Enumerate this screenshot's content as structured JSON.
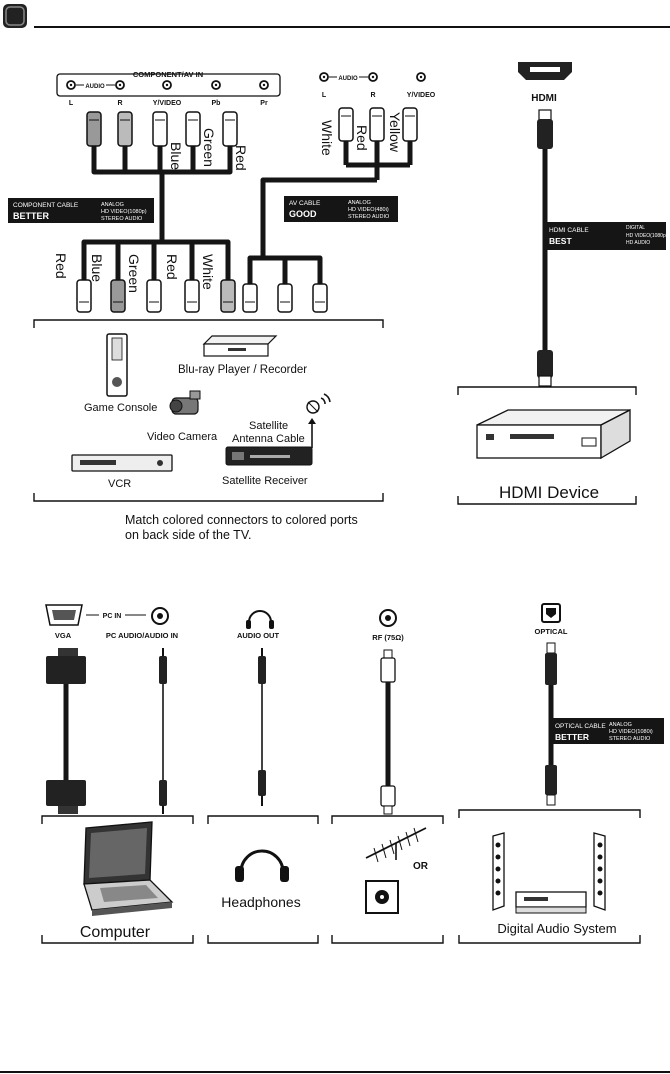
{
  "top_ports_component": {
    "audio": "AUDIO",
    "group": "COMPONENT/AV IN",
    "ports": [
      "L",
      "R",
      "Y/VIDEO",
      "Pb",
      "Pr"
    ]
  },
  "top_ports_av": {
    "audio": "AUDIO",
    "ports": [
      "L",
      "R",
      "Y/VIDEO"
    ]
  },
  "top_plug_colors": [
    "Blue",
    "Green",
    "Red"
  ],
  "av_plug_colors": [
    "White",
    "Red",
    "Yellow"
  ],
  "hdmi_port_label": "HDMI",
  "component_cable": {
    "title": "COMPONENT CABLE",
    "rating": "BETTER",
    "specs": [
      "ANALOG",
      "HD VIDEO(1080p)",
      "STEREO AUDIO"
    ]
  },
  "av_cable": {
    "title": "AV CABLE",
    "rating": "GOOD",
    "specs": [
      "ANALOG",
      "HD VIDEO(480i)",
      "STEREO AUDIO"
    ]
  },
  "hdmi_cable": {
    "title": "HDMI CABLE",
    "rating": "BEST",
    "specs": [
      "DIGITAL",
      "HD VIDEO(1080p)",
      "HD AUDIO"
    ]
  },
  "bottom_plug_colors": [
    "Red",
    "Blue",
    "Green",
    "Red",
    "White"
  ],
  "devices": {
    "bluray": "Blu-ray Player / Recorder",
    "console": "Game Console",
    "camera": "Video Camera",
    "satellite_cable": [
      "Satellite",
      "Antenna Cable"
    ],
    "satellite_receiver": "Satellite Receiver",
    "vcr": "VCR",
    "hdmi_device": "HDMI Device"
  },
  "instruction": [
    "Match colored connectors to colored ports",
    "on back side of the TV."
  ],
  "bottom_ports": {
    "vga": "VGA",
    "pc_in": "PC IN",
    "pc_audio": "PC AUDIO/AUDIO IN",
    "audio_out": "AUDIO OUT",
    "rf": "RF (75Ω)",
    "optical": "OPTICAL"
  },
  "optical_cable": {
    "title": "OPTICAL CABLE",
    "rating": "BETTER",
    "specs": [
      "ANALOG",
      "HD VIDEO(1080i)",
      "STEREO AUDIO"
    ]
  },
  "bottom_devices": {
    "computer": "Computer",
    "headphones": "Headphones",
    "or": "OR",
    "audio_system": "Digital Audio System"
  }
}
